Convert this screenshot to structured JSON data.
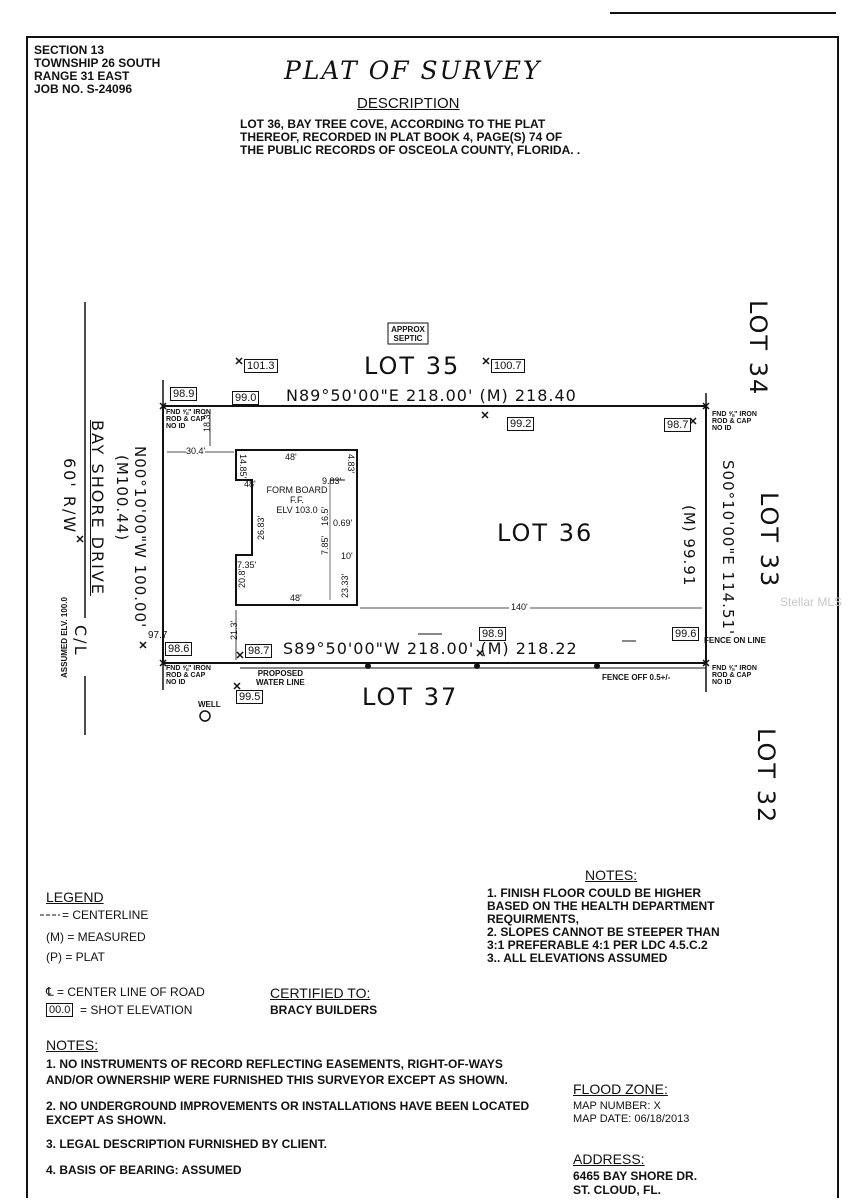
{
  "header": {
    "info": [
      "SECTION 13",
      "TOWNSHIP 26 SOUTH",
      "RANGE 31 EAST",
      "JOB NO. S-24096"
    ],
    "title": "PLAT OF SURVEY",
    "description_heading": "DESCRIPTION",
    "description": [
      "LOT 36, BAY TREE COVE, ACCORDING TO THE PLAT",
      "THEREOF, RECORDED IN PLAT BOOK 4, PAGE(S) 74 OF",
      "THE PUBLIC RECORDS OF OSCEOLA COUNTY, FLORIDA. ."
    ]
  },
  "plat": {
    "lot_main": "LOT 36",
    "lot_north": "LOT 35",
    "lot_south": "LOT 37",
    "lot_east_top": "LOT 34",
    "lot_east_mid": "LOT 33",
    "lot_east_bot": "LOT 32",
    "north_bearing": "N89°50'00\"E 218.00' (M) 218.40",
    "south_bearing": "S89°50'00\"W 218.00' (M) 218.22",
    "west_bearing": "N00°10'00\"W 100.00'",
    "west_measured": "(M100.44)",
    "east_bearing": "S00°10'00\"E 114.51'",
    "east_measured": "(M) 99.91",
    "road_name": "BAY SHORE DRIVE",
    "road_row": "60' R/W",
    "centerline": "C/L",
    "assumed_elv": "ASSUMED ELV. 100.0",
    "septic": [
      "APPROX",
      "SEPTIC"
    ],
    "house": {
      "label": [
        "FORM BOARD",
        "F.F.",
        "ELV 103.0"
      ],
      "dims": {
        "top": "48'",
        "bottom": "48'",
        "d1485": "14.85'",
        "d483": "4.83'",
        "d983": "9.83'",
        "d48": "48'",
        "d2683": "26.83'",
        "d165": "16.5'",
        "d069": "0.69'",
        "d785": "7.85'",
        "d10": "10'",
        "d735": "7.35'",
        "d208": "20.8'",
        "d2333": "23.33'"
      }
    },
    "setbacks": {
      "north": "18.3'",
      "west": "30.4'",
      "east": "140'",
      "south": "21.3'"
    },
    "elevations": {
      "e1013": "101.3",
      "e1007": "100.7",
      "e989": "98.9",
      "e990": "99.0",
      "e992": "99.2",
      "e987": "98.7",
      "e986": "98.6",
      "e987b": "98.7",
      "e989b": "98.9",
      "e996": "99.6",
      "e995": "99.5",
      "e977": "97.7"
    },
    "corner_notes": {
      "nw": [
        "FND ⅝\" IRON",
        "ROD & CAP",
        "NO ID"
      ],
      "ne": [
        "FND ⅝\" IRON",
        "ROD & CAP",
        "NO ID"
      ],
      "sw": [
        "FND ⅝\" IRON",
        "ROD & CAP",
        "NO ID"
      ],
      "se": [
        "FND ⅝\" IRON",
        "ROD & CAP",
        "NO ID"
      ]
    },
    "water_line": [
      "PROPOSED",
      "WATER LINE"
    ],
    "well": "WELL",
    "fence_on_line": "FENCE ON LINE",
    "fence_off": "FENCE OFF 0.5+/-",
    "watermark": "Stellar MLS"
  },
  "notes_right": {
    "heading": "NOTES:",
    "items": [
      "1. FINISH FLOOR COULD BE HIGHER",
      "BASED ON THE HEALTH DEPARTMENT",
      "REQUIRMENTS,",
      "2. SLOPES CANNOT BE STEEPER THAN",
      "3:1 PREFERABLE 4:1 PER LDC 4.5.C.2",
      "3.. ALL ELEVATIONS ASSUMED"
    ]
  },
  "legend": {
    "heading": "LEGEND",
    "items": [
      "= CENTERLINE",
      "(M) = MEASURED",
      "(P) = PLAT",
      "℄ = CENTER LINE  OF ROAD"
    ],
    "shot_symbol": "00.0",
    "shot_label": "= SHOT ELEVATION"
  },
  "certified": {
    "heading": "CERTIFIED TO:",
    "name": "BRACY BUILDERS"
  },
  "notes_bottom": {
    "heading": "NOTES:",
    "items": [
      "1.  NO INSTRUMENTS OF RECORD REFLECTING EASEMENTS, RIGHT-OF-WAYS",
      "AND/OR OWNERSHIP WERE FURNISHED THIS SURVEYOR EXCEPT AS SHOWN.",
      "2.  NO UNDERGROUND IMPROVEMENTS OR INSTALLATIONS HAVE BEEN LOCATED",
      "EXCEPT AS SHOWN.",
      "3.  LEGAL DESCRIPTION FURNISHED BY CLIENT.",
      "4.  BASIS OF BEARING: ASSUMED"
    ]
  },
  "flood": {
    "heading": "FLOOD ZONE:",
    "map_number": "MAP NUMBER:  X",
    "map_date": "MAP DATE:  06/18/2013"
  },
  "address": {
    "heading": "ADDRESS:",
    "line1": "6465 BAY SHORE DR.",
    "line2": "ST. CLOUD, FL."
  }
}
